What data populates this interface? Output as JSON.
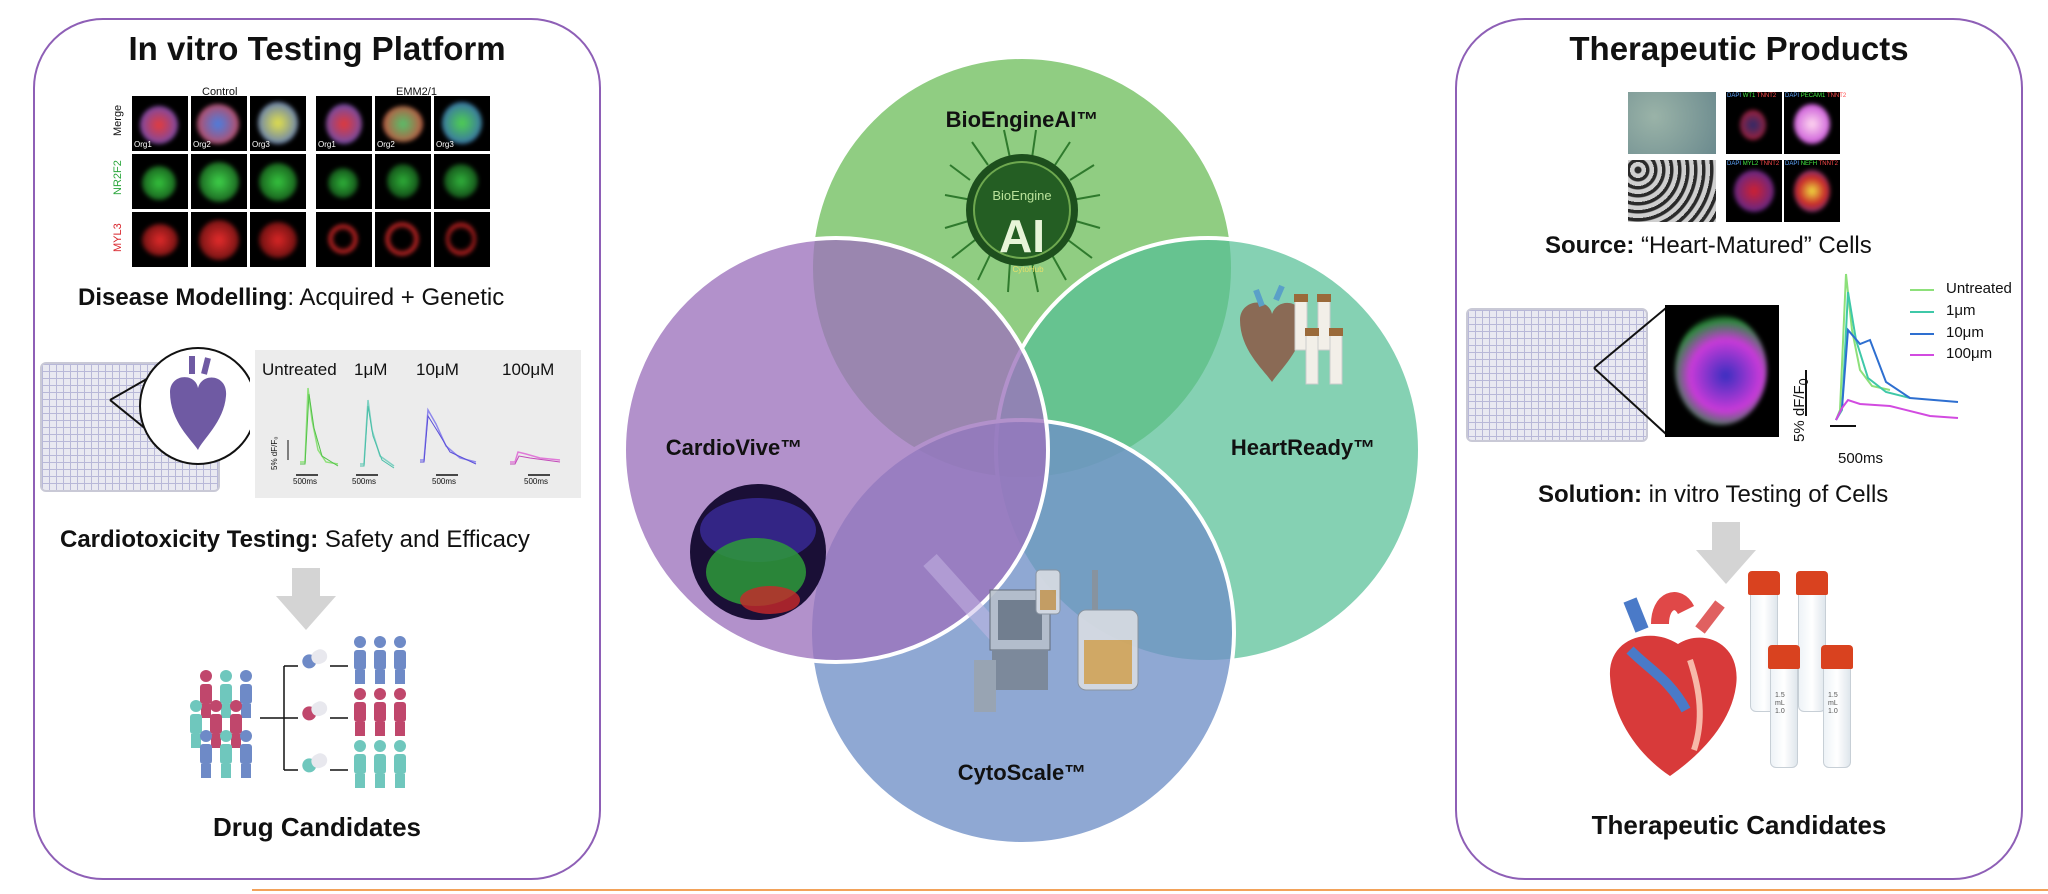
{
  "left_panel": {
    "title": "In vitro Testing Platform",
    "micrograph": {
      "group_labels": [
        "Control",
        "EMM2/1"
      ],
      "row_labels": [
        "Merge",
        "NR2F2",
        "MYL3"
      ],
      "column_labels": [
        "Org1",
        "Org2",
        "Org3",
        "Org1",
        "Org2",
        "Org3"
      ]
    },
    "disease_modelling": {
      "bold": "Disease Modelling",
      "rest": ": Acquired + Genetic"
    },
    "traces": {
      "labels": [
        "Untreated",
        "1μM",
        "10μM",
        "100μM"
      ],
      "scale_y": "5% dF/F₀",
      "scale_x": "500ms"
    },
    "cardiotox": {
      "bold": "Cardiotoxicity Testing:",
      "rest": " Safety and Efficacy"
    },
    "drug_candidates": "Drug Candidates"
  },
  "venn": {
    "labels": {
      "top": "BioEngineAI™",
      "left": "CardioVive™",
      "right": "HeartReady™",
      "bottom": "CytoScale™"
    },
    "ai_chip": {
      "small": "BioEngine",
      "big": "AI",
      "brand": "CytoHub"
    },
    "colors": {
      "top": "#7dc46c",
      "left": "#9c72bd",
      "right": "#56bf96",
      "bottom": "#6f90c7"
    }
  },
  "right_panel": {
    "title": "Therapeutic Products",
    "stain_labels": [
      [
        "DAPI",
        "WT1",
        "TNNT2"
      ],
      [
        "DAPI",
        "PECAM1",
        "TNNT2"
      ],
      [
        "DAPI",
        "MYL2",
        "TNNT2"
      ],
      [
        "DAPI",
        "NEFH",
        "TNNT2"
      ]
    ],
    "source": {
      "bold": "Source:",
      "rest": " “Heart-Matured” Cells"
    },
    "legend": [
      {
        "label": "Untreated",
        "color": "#8de07a"
      },
      {
        "label": "1μm",
        "color": "#3fc8a8"
      },
      {
        "label": "10μm",
        "color": "#2e6fd0"
      },
      {
        "label": "100μm",
        "color": "#d24be0"
      }
    ],
    "scale_y": "5% dF/F",
    "scale_y_sub": "0",
    "scale_x": "500ms",
    "solution": {
      "bold": "Solution:",
      "rest": " in vitro Testing of Cells"
    },
    "tube_label": [
      "1.5",
      "mL",
      "1.0"
    ],
    "therapeutic_candidates": "Therapeutic Candidates"
  }
}
